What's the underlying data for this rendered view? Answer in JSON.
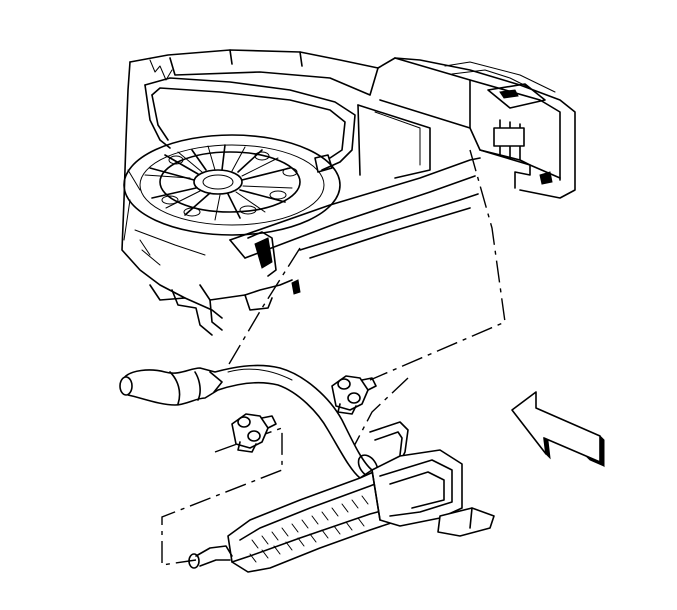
{
  "figure": {
    "colors": {
      "ink": "#000000",
      "paper": "#ffffff"
    },
    "parts": [
      {
        "name": "underbody-rear-compartment",
        "icon": "underbody-icon"
      },
      {
        "name": "spare-tire-well",
        "icon": "spare-tire-well-icon"
      },
      {
        "name": "exhaust-intermediate-pipe",
        "icon": "exhaust-pipe-icon"
      },
      {
        "name": "muffler",
        "icon": "muffler-icon"
      },
      {
        "name": "insulator-hanger-left",
        "icon": "insulator-icon"
      },
      {
        "name": "insulator-hanger-right",
        "icon": "insulator-icon"
      },
      {
        "name": "view-direction-arrow",
        "icon": "arrow-icon"
      }
    ]
  }
}
